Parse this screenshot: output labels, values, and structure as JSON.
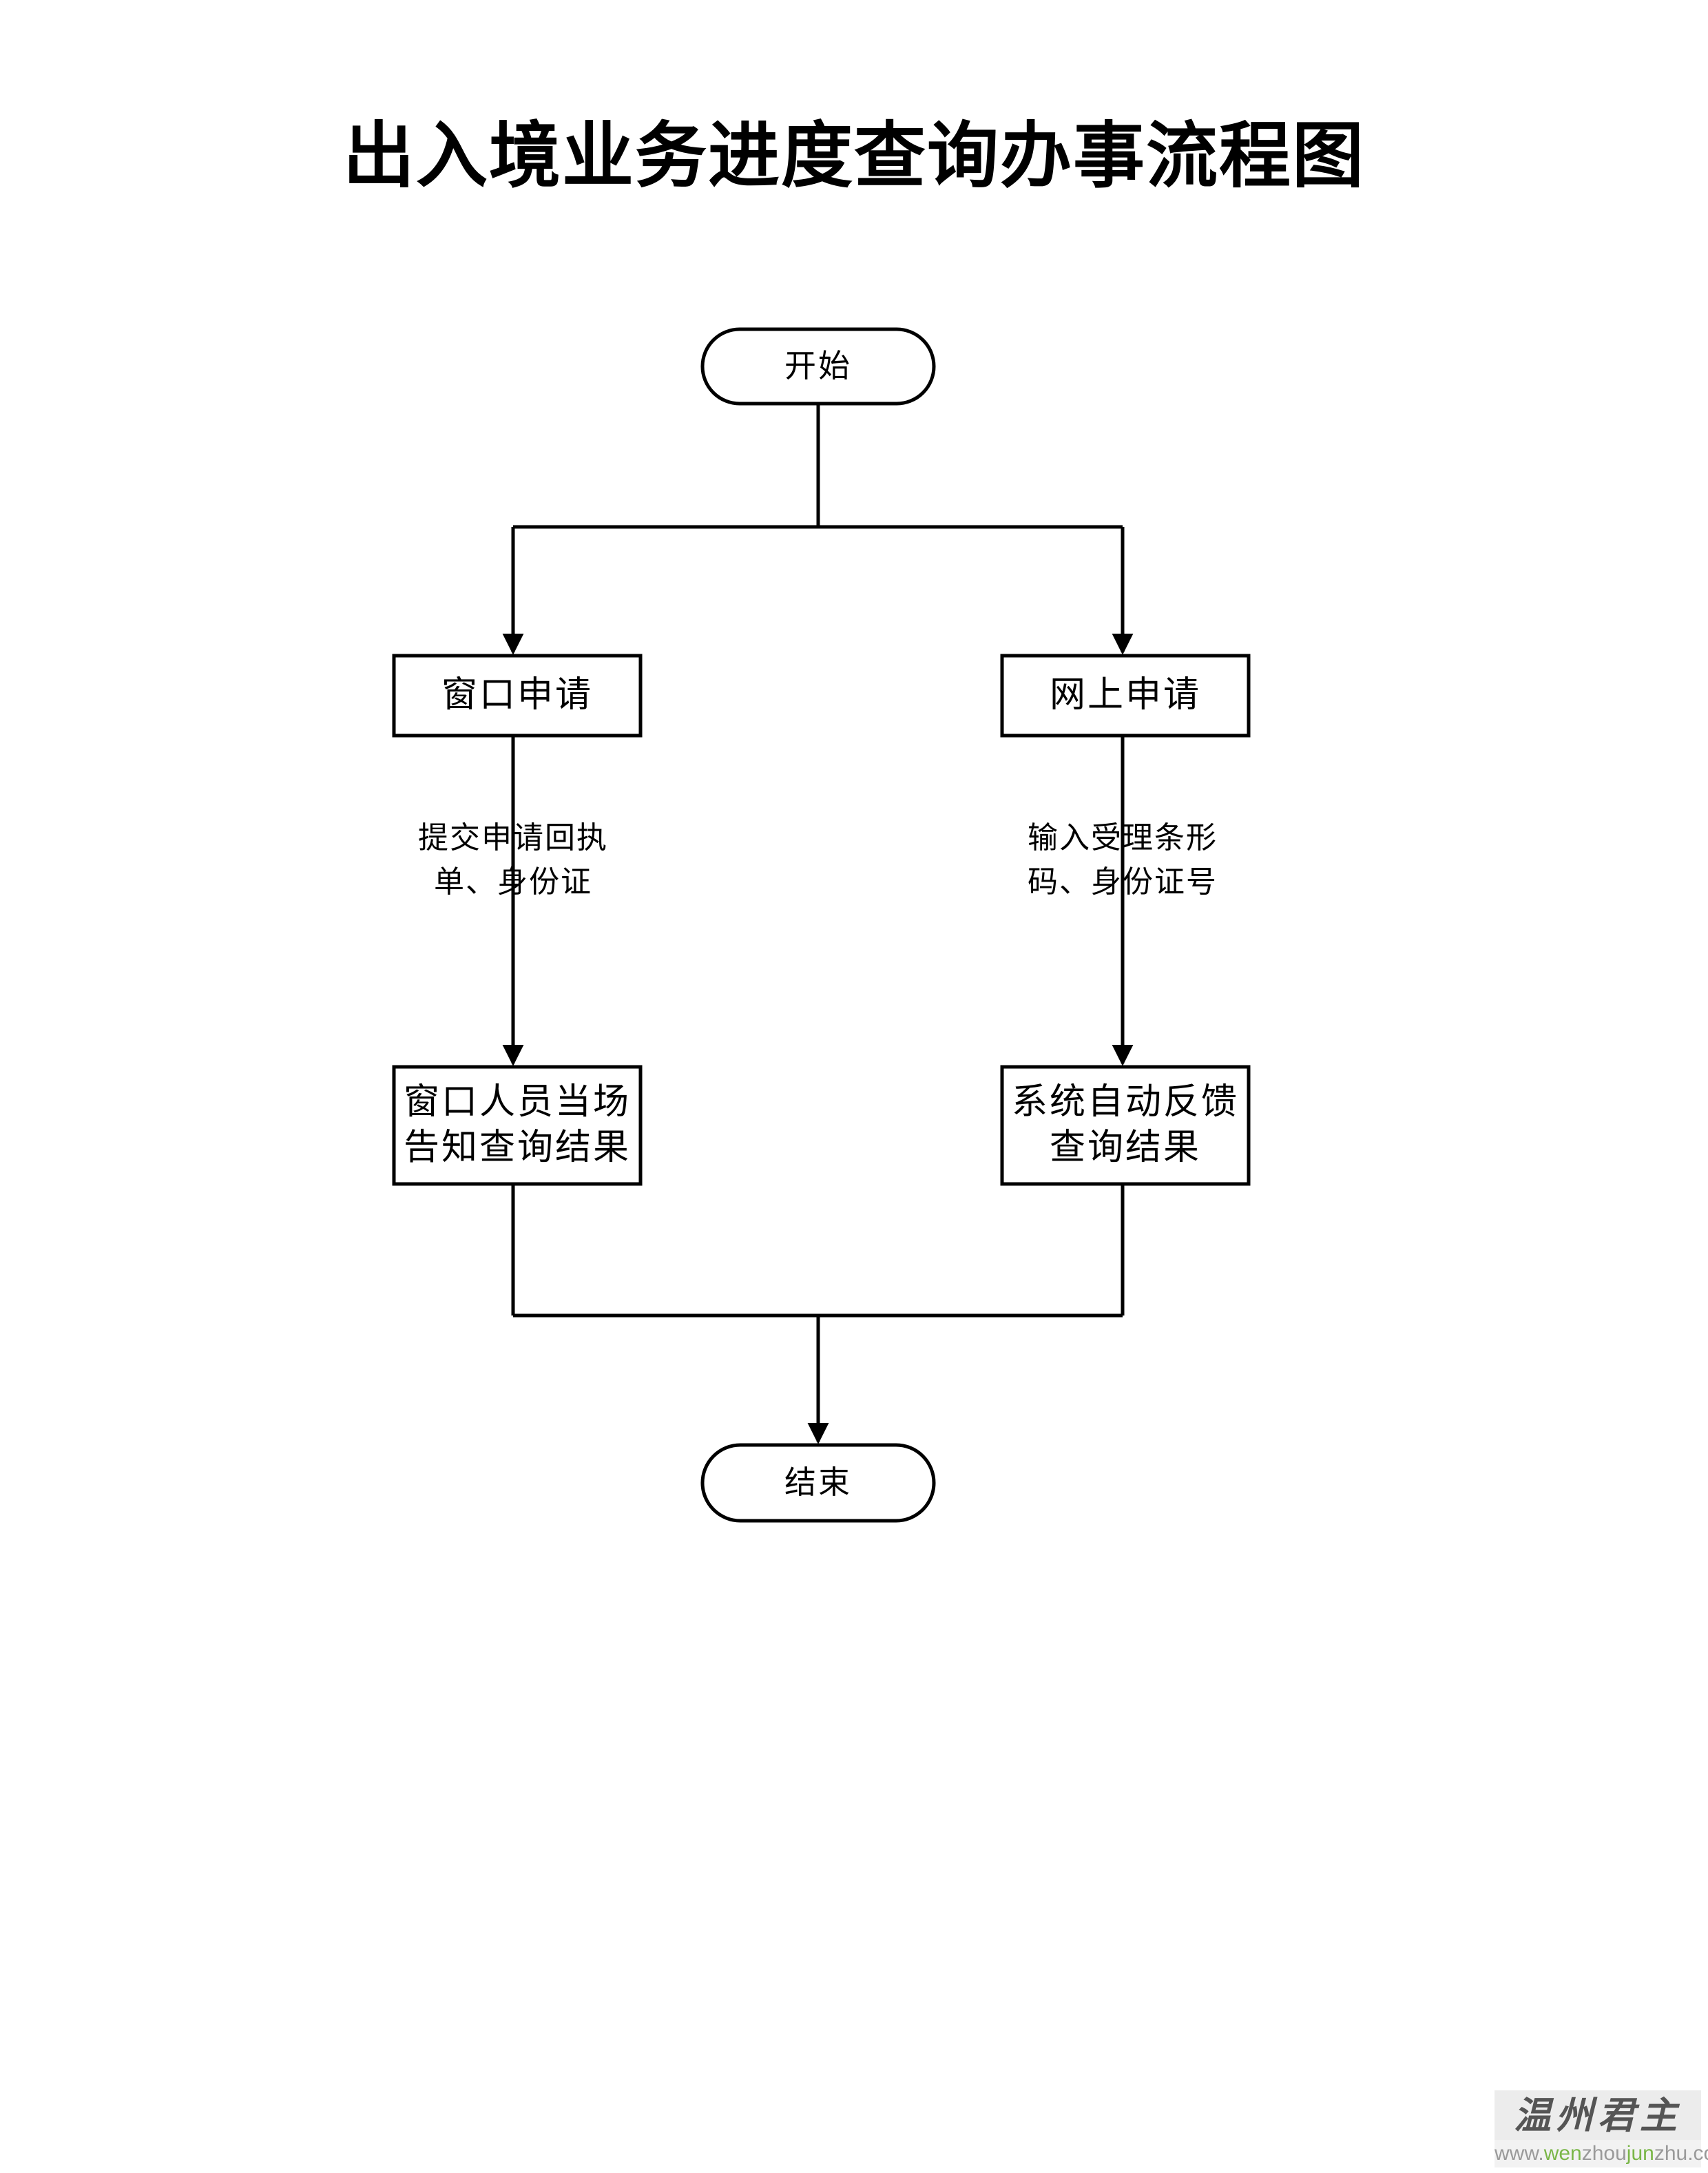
{
  "page": {
    "title": "出入境业务进度查询办事流程图",
    "background_color": "#ffffff",
    "line_color": "#000000"
  },
  "flowchart": {
    "nodes": [
      {
        "id": "start",
        "shape": "terminal",
        "label": "开始"
      },
      {
        "id": "window",
        "shape": "process",
        "label_line1": "窗口申请",
        "label_line2": ""
      },
      {
        "id": "online",
        "shape": "process",
        "label_line1": "网上申请",
        "label_line2": ""
      },
      {
        "id": "window_staff",
        "shape": "process",
        "label_line1": "窗口人员当场",
        "label_line2": "告知查询结果"
      },
      {
        "id": "system_auto",
        "shape": "process",
        "label_line1": "系统自动反馈",
        "label_line2": "查询结果"
      },
      {
        "id": "end",
        "shape": "terminal",
        "label": "结束"
      }
    ],
    "edge_labels": [
      {
        "id": "left_edge_label",
        "line1": "提交申请回执",
        "line2": "单、身份证"
      },
      {
        "id": "right_edge_label",
        "line1": "输入受理条形",
        "line2": "码、身份证号"
      }
    ]
  },
  "watermark": {
    "mark": "温州君主",
    "url_parts": [
      {
        "text": "www.",
        "color": "grey"
      },
      {
        "text": "wen",
        "color": "green"
      },
      {
        "text": "zhou",
        "color": "grey"
      },
      {
        "text": "jun",
        "color": "green"
      },
      {
        "text": "zhu",
        "color": "grey"
      },
      {
        "text": ".com",
        "color": "grey"
      }
    ],
    "url": "www.wenzhoujunzhu.com",
    "accent_color": "#7ab648",
    "text_color": "#8c8c8c"
  },
  "chart_data": {
    "type": "diagram",
    "diagram_type": "flowchart",
    "title": "出入境业务进度查询办事流程图",
    "orientation": "top-to-bottom",
    "nodes": [
      {
        "id": "start",
        "text": "开始",
        "type": "terminator"
      },
      {
        "id": "window",
        "text": "窗口申请",
        "type": "process"
      },
      {
        "id": "online",
        "text": "网上申请",
        "type": "process"
      },
      {
        "id": "window_staff",
        "text": "窗口人员当场告知查询结果",
        "type": "process"
      },
      {
        "id": "system_auto",
        "text": "系统自动反馈查询结果",
        "type": "process"
      },
      {
        "id": "end",
        "text": "结束",
        "type": "terminator"
      }
    ],
    "edges": [
      {
        "from": "start",
        "to": "window",
        "label": ""
      },
      {
        "from": "start",
        "to": "online",
        "label": ""
      },
      {
        "from": "window",
        "to": "window_staff",
        "label": "提交申请回执单、身份证"
      },
      {
        "from": "online",
        "to": "system_auto",
        "label": "输入受理条形码、身份证号"
      },
      {
        "from": "window_staff",
        "to": "end",
        "label": ""
      },
      {
        "from": "system_auto",
        "to": "end",
        "label": ""
      }
    ]
  }
}
